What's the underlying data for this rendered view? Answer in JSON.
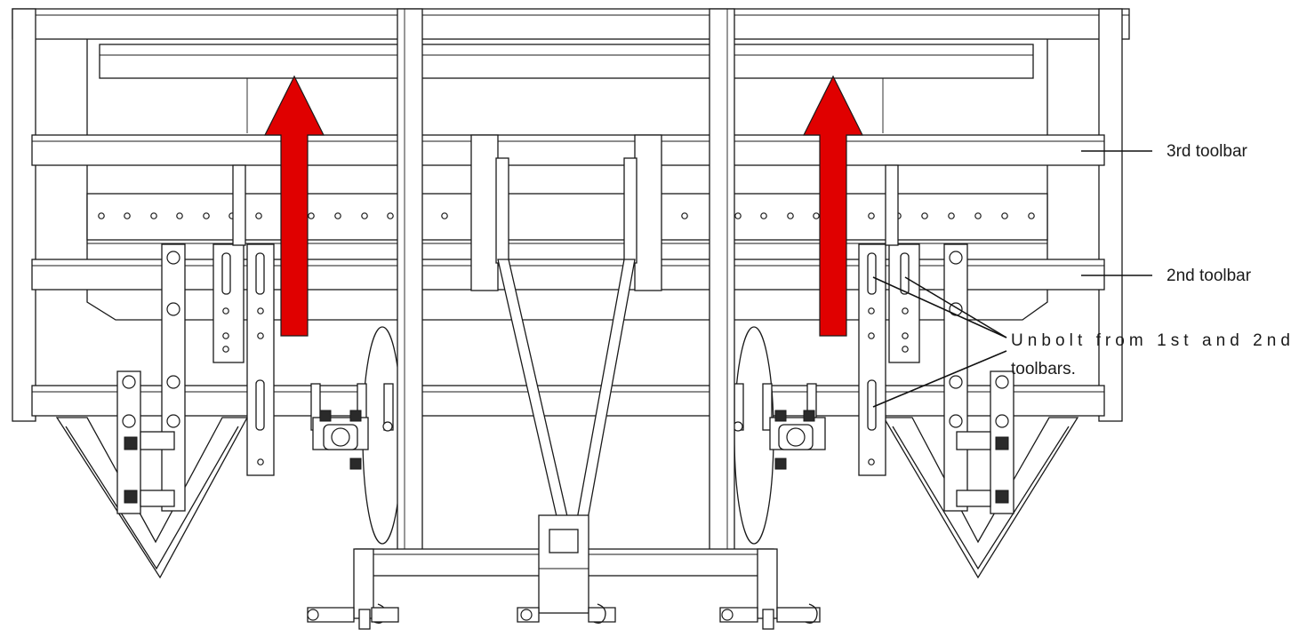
{
  "labels": {
    "third_toolbar": "3rd toolbar",
    "second_toolbar": "2nd toolbar",
    "unbolt_line1": "Unbolt  from  1st  and  2nd",
    "unbolt_line2": "toolbars."
  },
  "colors": {
    "arrow": "#e00000",
    "line": "#1a1a1a",
    "background": "#ffffff"
  },
  "icons": [
    "red-up-arrow"
  ]
}
